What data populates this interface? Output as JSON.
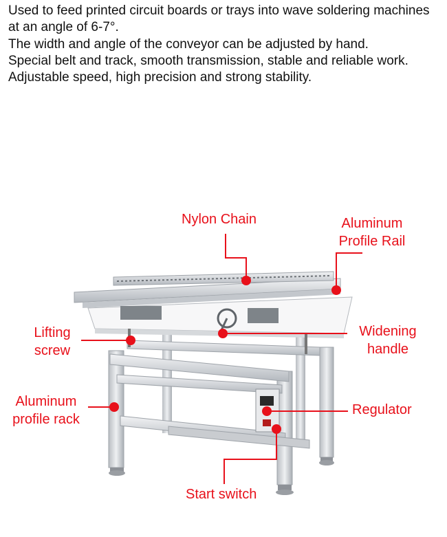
{
  "description": [
    "Used to feed printed circuit boards or trays into wave soldering machines at an angle of 6-7°.",
    "The width and angle of the conveyor can be adjusted by hand.",
    "Special belt and track, smooth transmission, stable and reliable work.",
    "Adjustable speed, high precision and strong stability."
  ],
  "callouts": {
    "nylon_chain": "Nylon Chain",
    "aluminum_profile_rail_1": "Aluminum",
    "aluminum_profile_rail_2": "Profile Rail",
    "lifting_screw_1": "Lifting",
    "lifting_screw_2": "screw",
    "widening_handle_1": "Widening",
    "widening_handle_2": "handle",
    "aluminum_profile_rack_1": "Aluminum",
    "aluminum_profile_rack_2": "profile rack",
    "regulator": "Regulator",
    "start_switch": "Start switch"
  },
  "colors": {
    "callout": "#e8101a",
    "text": "#111111"
  }
}
